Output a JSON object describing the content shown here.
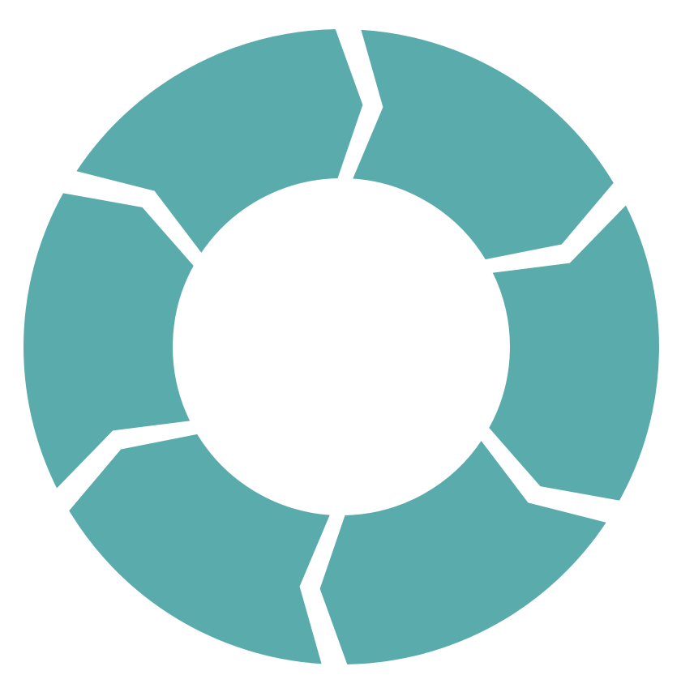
{
  "diagram": {
    "type": "cycle",
    "segment_count": 6,
    "color": "#5aabac",
    "background": "#ffffff",
    "segments": [
      {
        "id": "segment-1"
      },
      {
        "id": "segment-2"
      },
      {
        "id": "segment-3"
      },
      {
        "id": "segment-4"
      },
      {
        "id": "segment-5"
      },
      {
        "id": "segment-6"
      }
    ]
  }
}
